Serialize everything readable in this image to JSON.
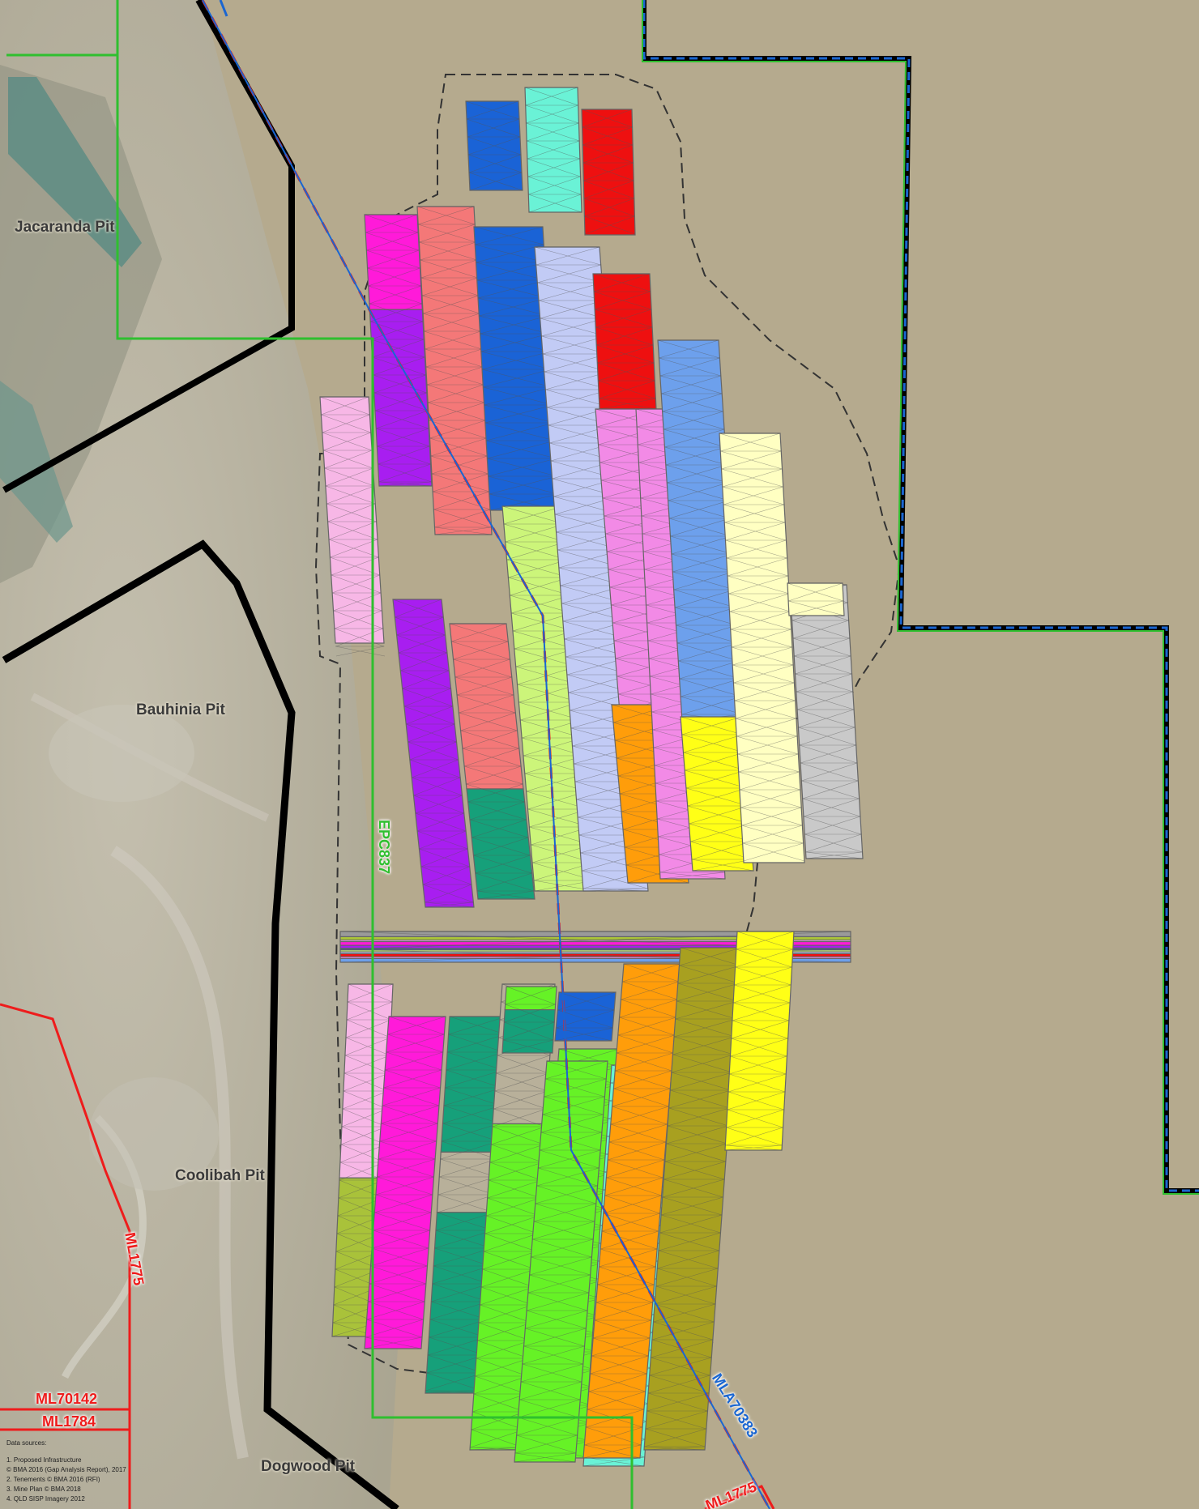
{
  "map": {
    "pit_labels": {
      "jacaranda": "Jacaranda Pit",
      "bauhinia": "Bauhinia Pit",
      "coolibah": "Coolibah Pit",
      "dogwood": "Dogwood Pit"
    },
    "tenement_labels": {
      "epc837": "EPC837",
      "ml1775_west": "ML1775",
      "ml70142": "ML70142",
      "ml1784": "ML1784",
      "mla70383": "MLA70383",
      "ml1775_south": "ML1775"
    },
    "colors": {
      "ground": "#b5aa8e",
      "mine_area": "#a9a89c",
      "epc_boundary": "#2fbf2f",
      "ml_boundary": "#ee1c1c",
      "mla_boundary": "#1a66d1",
      "lease_boundary": "#000000",
      "dashed_outline": "#333333"
    },
    "data_sources": {
      "title": "Data sources:",
      "items": [
        "1. Proposed Infrastructure",
        "© BMA 2016 (Gap Analysis Report), 2017",
        "2. Tenements © BMA 2016 (RFI)",
        "3. Mine Plan © BMA 2018",
        "4. QLD SISP Imagery 2012"
      ]
    }
  }
}
